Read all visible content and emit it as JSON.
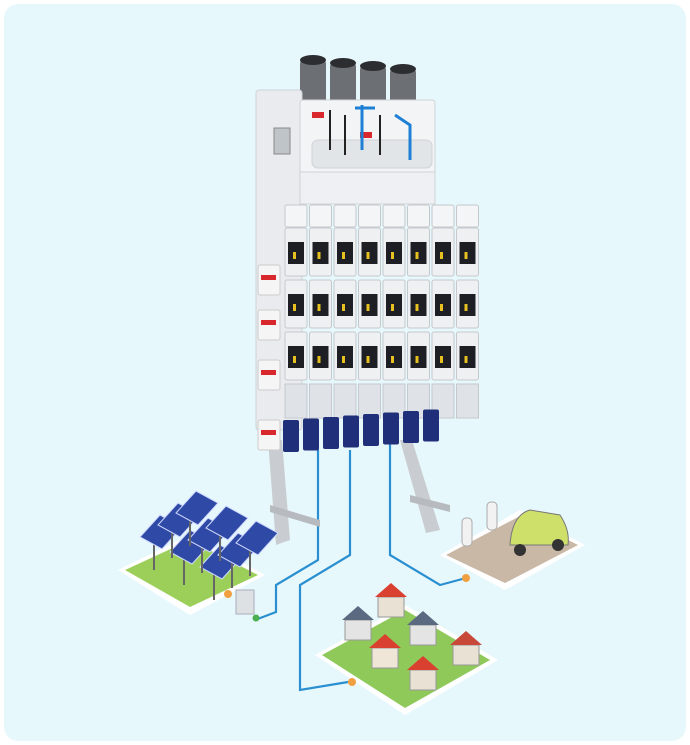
{
  "colors": {
    "background": "#e7f8fc",
    "cable": "#2a8fd0",
    "connector": "#f0a040",
    "connector_green": "#4caf50",
    "cabinet": "#eef0f2",
    "module_dark": "#1d1f24",
    "base_block": "#1f2f7a",
    "insulator": "#6c6f73",
    "warning_label": "#d8282e",
    "busbar_blue": "#1e7fd6"
  },
  "illustration": {
    "fuse_columns": 8,
    "fuse_rows": 3,
    "insulators": 4,
    "scenes": [
      "solar-farm",
      "residential-houses",
      "ev-charging-station"
    ]
  }
}
